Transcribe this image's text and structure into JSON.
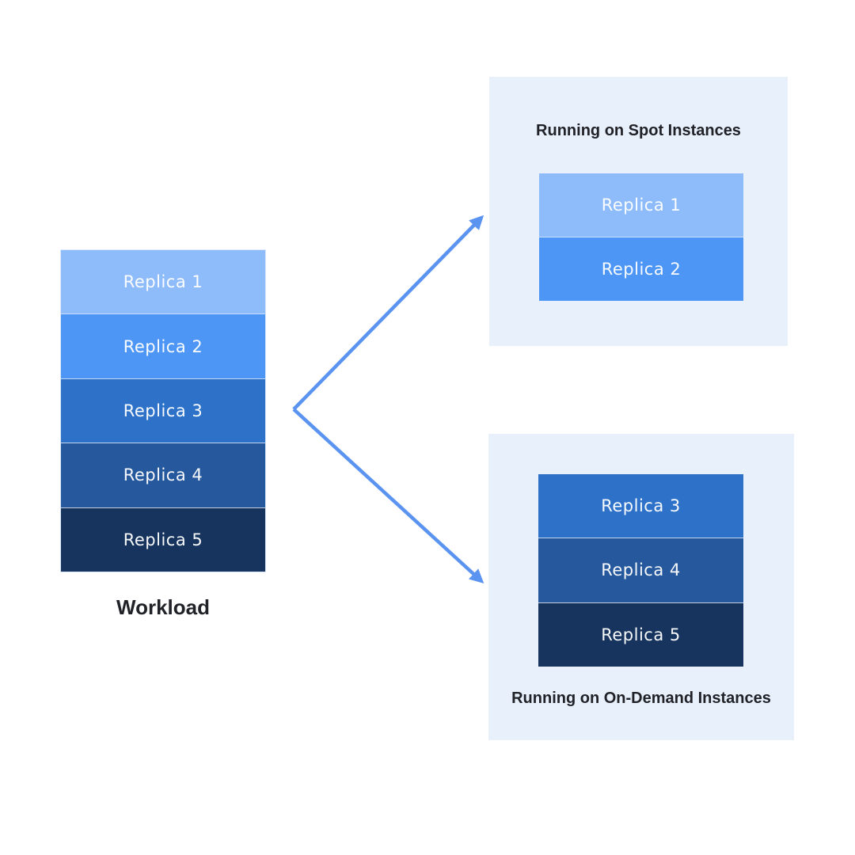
{
  "workload": {
    "label": "Workload",
    "replicas": [
      {
        "label": "Replica 1",
        "color": "#8ebbfa"
      },
      {
        "label": "Replica 2",
        "color": "#4d96f5"
      },
      {
        "label": "Replica 3",
        "color": "#2d72c8"
      },
      {
        "label": "Replica 4",
        "color": "#25589c"
      },
      {
        "label": "Replica 5",
        "color": "#16345e"
      }
    ]
  },
  "spot_panel": {
    "title": "Running on Spot Instances",
    "bg": "#e7f0fb",
    "replicas": [
      {
        "label": "Replica 1",
        "color": "#8ebbfa"
      },
      {
        "label": "Replica 2",
        "color": "#4d96f5"
      }
    ]
  },
  "on_demand_panel": {
    "title": "Running on On-Demand Instances",
    "bg": "#e7f0fb",
    "replicas": [
      {
        "label": "Replica 3",
        "color": "#2d72c8"
      },
      {
        "label": "Replica 4",
        "color": "#25589c"
      },
      {
        "label": "Replica 5",
        "color": "#16345e"
      }
    ]
  },
  "colors": {
    "arrow": "#5b94f0",
    "title_text": "#212228",
    "replica_text": "#f7faff",
    "panel_bg": "#e7f0fb"
  }
}
